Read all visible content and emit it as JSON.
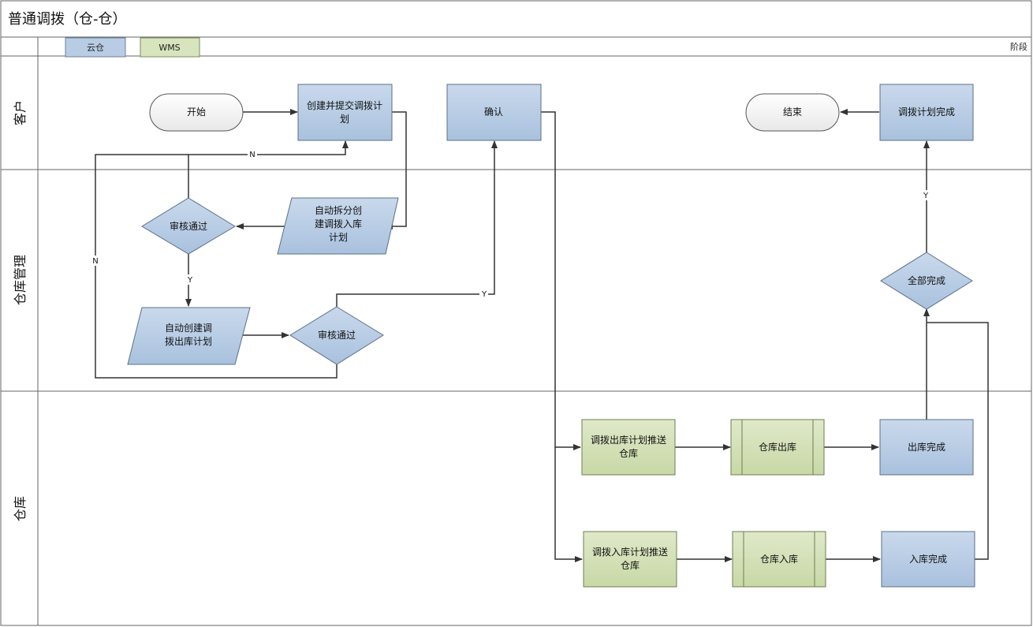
{
  "title": "普通调拨（仓-仓）",
  "legend": [
    {
      "label": "云仓",
      "color": "#b8cce4"
    },
    {
      "label": "WMS",
      "color": "#d7e4bd"
    }
  ],
  "phase_label": "阶段",
  "lanes": [
    "客户",
    "仓库管理",
    "仓库"
  ],
  "nodes": {
    "start": "开始",
    "create_submit": [
      "创建并提交调拨计",
      "划"
    ],
    "confirm": "确认",
    "end": "结束",
    "plan_done": "调拨计划完成",
    "review1": "审核通过",
    "auto_split": [
      "自动拆分创",
      "建调拨入库",
      "计划"
    ],
    "auto_out": [
      "自动创建调",
      "拨出库计划"
    ],
    "review2": "审核通过",
    "all_done": "全部完成",
    "push_out": [
      "调拨出库计划推送",
      "仓库"
    ],
    "wh_out": "仓库出库",
    "out_done": "出库完成",
    "push_in": [
      "调拨入库计划推送",
      "仓库"
    ],
    "wh_in": "仓库入库",
    "in_done": "入库完成"
  },
  "edge_labels": {
    "no": "N",
    "yes": "Y"
  },
  "colors": {
    "cloud": "#b8cce4",
    "wms": "#d7e4bd",
    "stroke": "#5b6f86",
    "line": "#333333"
  }
}
